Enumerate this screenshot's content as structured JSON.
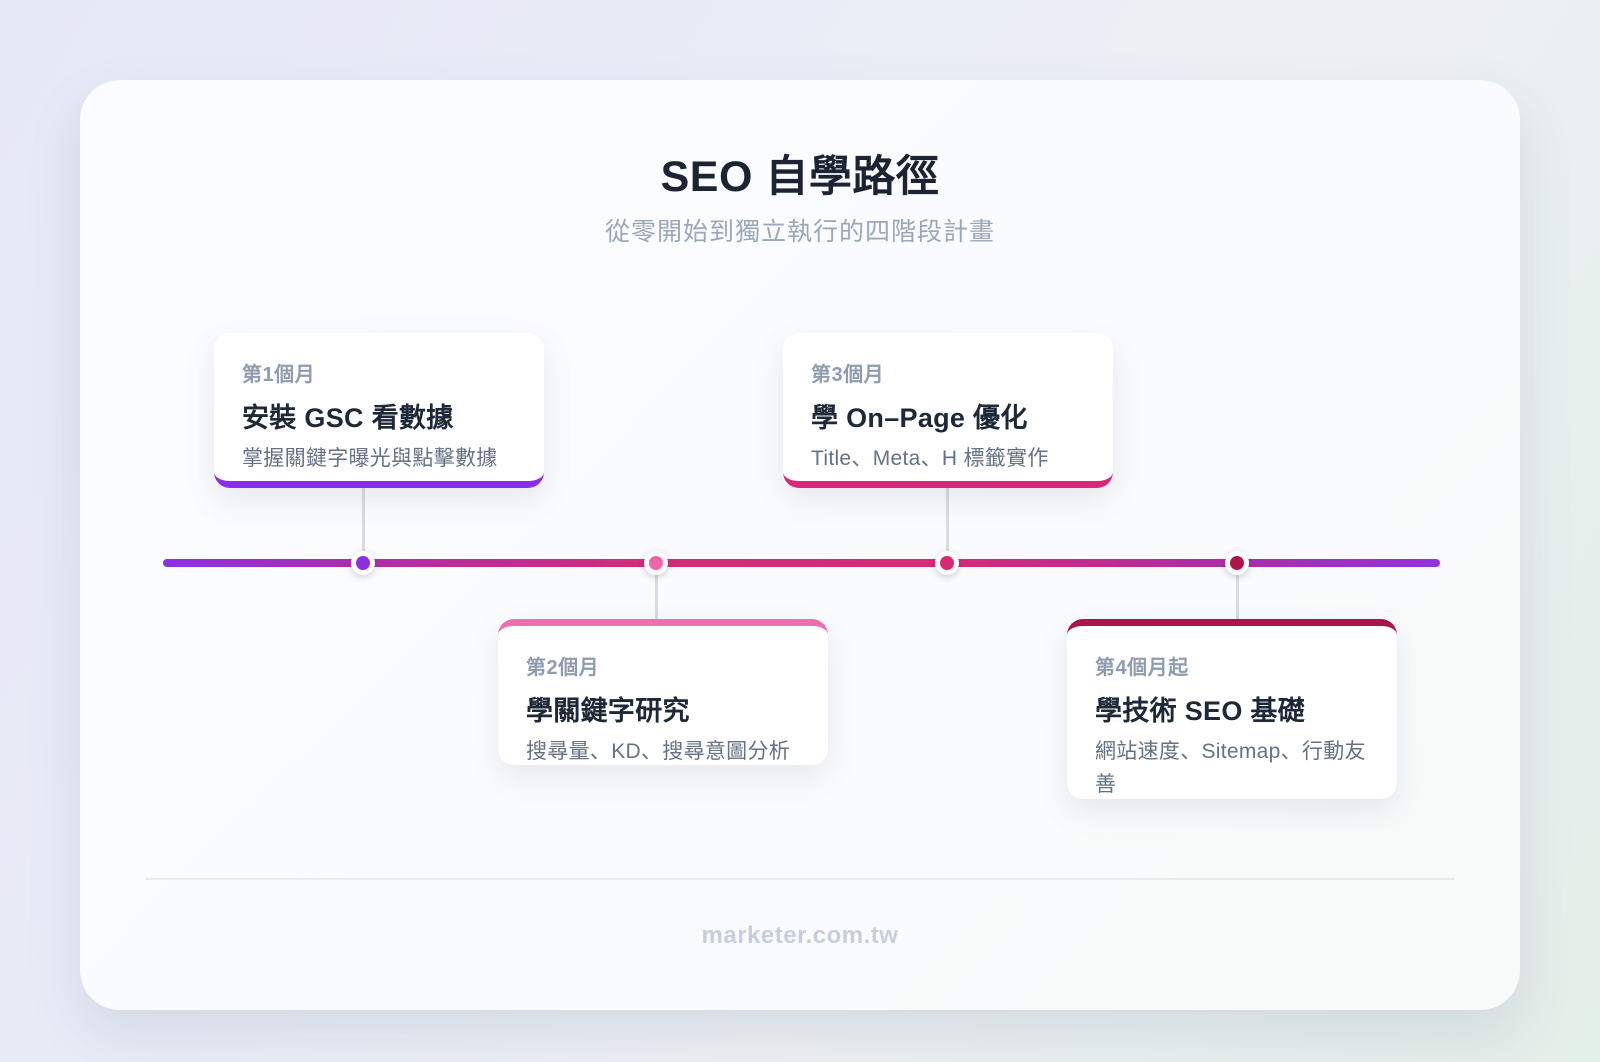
{
  "header": {
    "title": "SEO 自學路徑",
    "subtitle": "從零開始到獨立執行的四階段計畫"
  },
  "footer": {
    "site": "marketer.com.tw"
  },
  "colors": {
    "timeline_gradient_start": "#8b2fe4",
    "timeline_gradient_middle": "#d62a78",
    "timeline_gradient_end": "#9232e0",
    "connector": "#d9dbdf"
  },
  "timeline": {
    "stages": [
      {
        "period": "第1個月",
        "title": "安裝 GSC 看數據",
        "description": "掌握關鍵字曝光與點擊數據",
        "color": "#8b2fe4",
        "position": "above"
      },
      {
        "period": "第2個月",
        "title": "學關鍵字研究",
        "description": "搜尋量、KD、搜尋意圖分析",
        "color": "#ee66aa",
        "color_border": "#ef6fae",
        "position": "below"
      },
      {
        "period": "第3個月",
        "title": "學 On–Page 優化",
        "description": "Title、Meta、H 標籤實作",
        "color": "#d62a78",
        "position": "above"
      },
      {
        "period": "第4個月起",
        "title": "學技術 SEO 基礎",
        "description": "網站速度、Sitemap、行動友善",
        "color": "#ab164a",
        "position": "below"
      }
    ]
  }
}
